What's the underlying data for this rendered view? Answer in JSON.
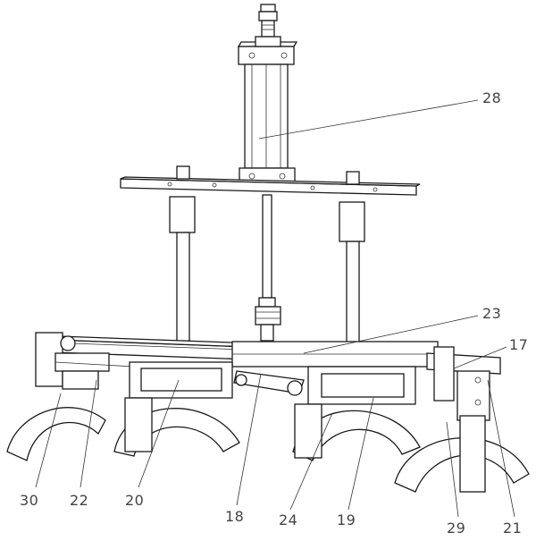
{
  "figure": {
    "labels": [
      {
        "id": "28",
        "text": "28"
      },
      {
        "id": "23",
        "text": "23"
      },
      {
        "id": "17",
        "text": "17"
      },
      {
        "id": "30",
        "text": "30"
      },
      {
        "id": "22",
        "text": "22"
      },
      {
        "id": "20",
        "text": "20"
      },
      {
        "id": "18",
        "text": "18"
      },
      {
        "id": "24",
        "text": "24"
      },
      {
        "id": "19",
        "text": "19"
      },
      {
        "id": "29",
        "text": "29"
      },
      {
        "id": "21",
        "text": "21"
      }
    ]
  }
}
